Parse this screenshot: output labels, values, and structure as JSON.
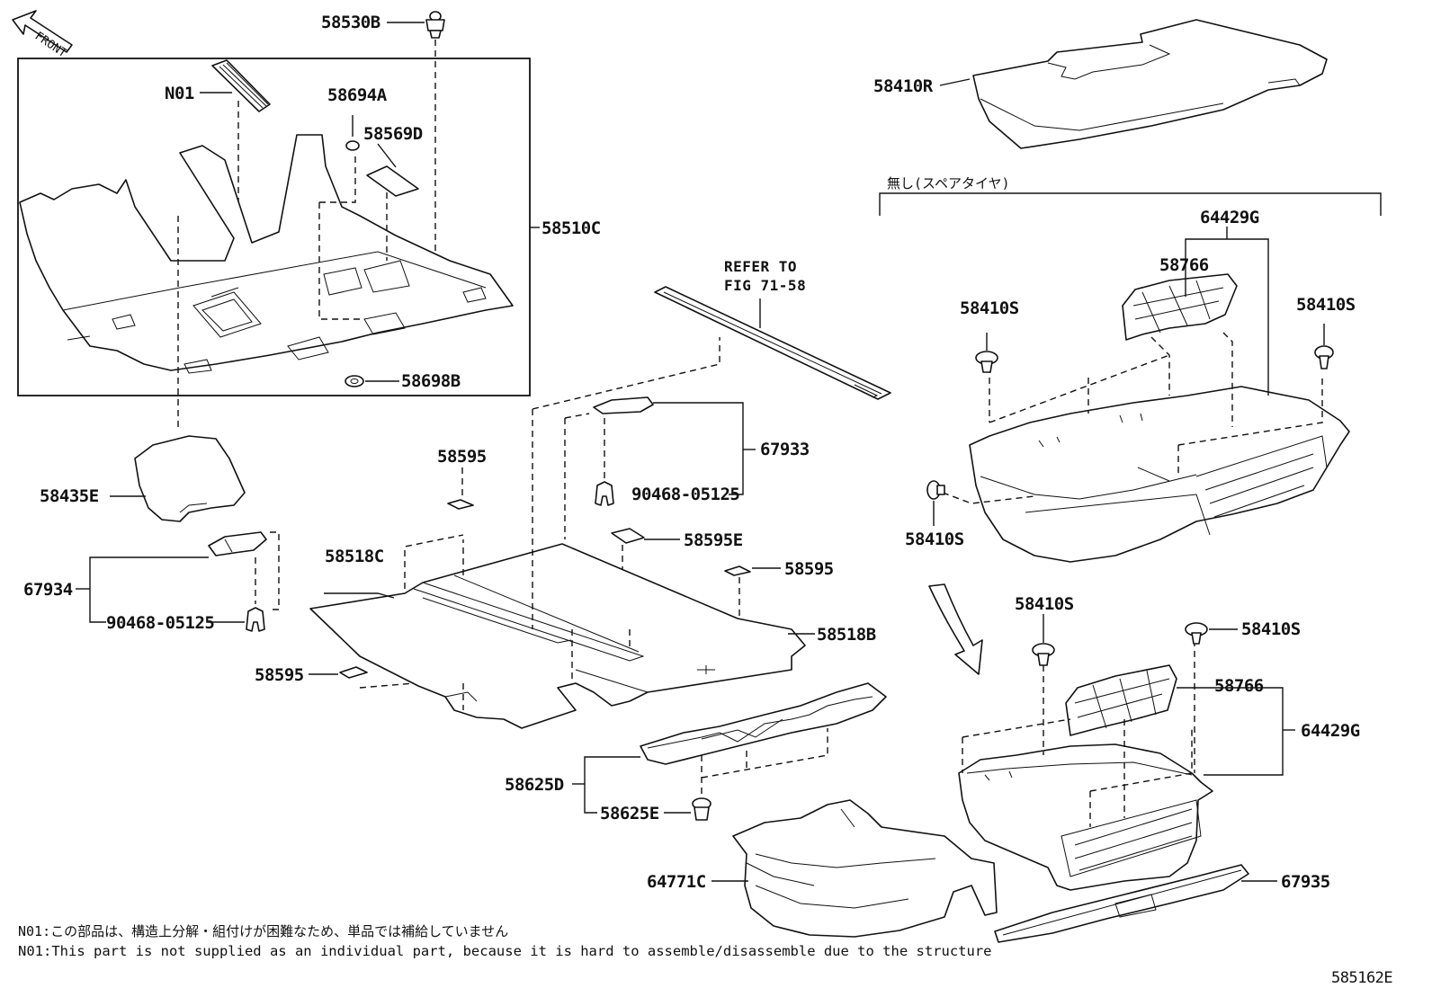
{
  "front_label": "FRONT",
  "labels": {
    "p58530B": "58530B",
    "n01": "N01",
    "p58694A": "58694A",
    "p58569D": "58569D",
    "p58510C": "58510C",
    "p58698B": "58698B",
    "p58435E": "58435E",
    "p67934": "67934",
    "p90468_left": "90468-05125",
    "p58595_top": "58595",
    "p58518C": "58518C",
    "p58595_left": "58595",
    "refer_line1": "REFER TO",
    "refer_line2": "FIG 71-58",
    "p67933": "67933",
    "p90468_mid": "90468-05125",
    "p58595E": "58595E",
    "p58595_right": "58595",
    "p58518B": "58518B",
    "p58625D": "58625D",
    "p58625E": "58625E",
    "p64771C": "64771C",
    "p58410R": "58410R",
    "spare_note": "無し(スペアタイヤ)",
    "p64429G_top": "64429G",
    "p58766_top": "58766",
    "p58410S_a": "58410S",
    "p58410S_b": "58410S",
    "p58410S_c": "58410S",
    "p58410S_d": "58410S",
    "p58410S_e": "58410S",
    "p58766_bot": "58766",
    "p64429G_bot": "64429G",
    "p67935": "67935"
  },
  "footnote_jp": "N01:この部品は、構造上分解・組付けが困難なため、単品では補給していません",
  "footnote_en": "N01:This part is not supplied as an individual part, because it is hard to assemble/disassemble due to the structure",
  "figure_code": "585162E"
}
